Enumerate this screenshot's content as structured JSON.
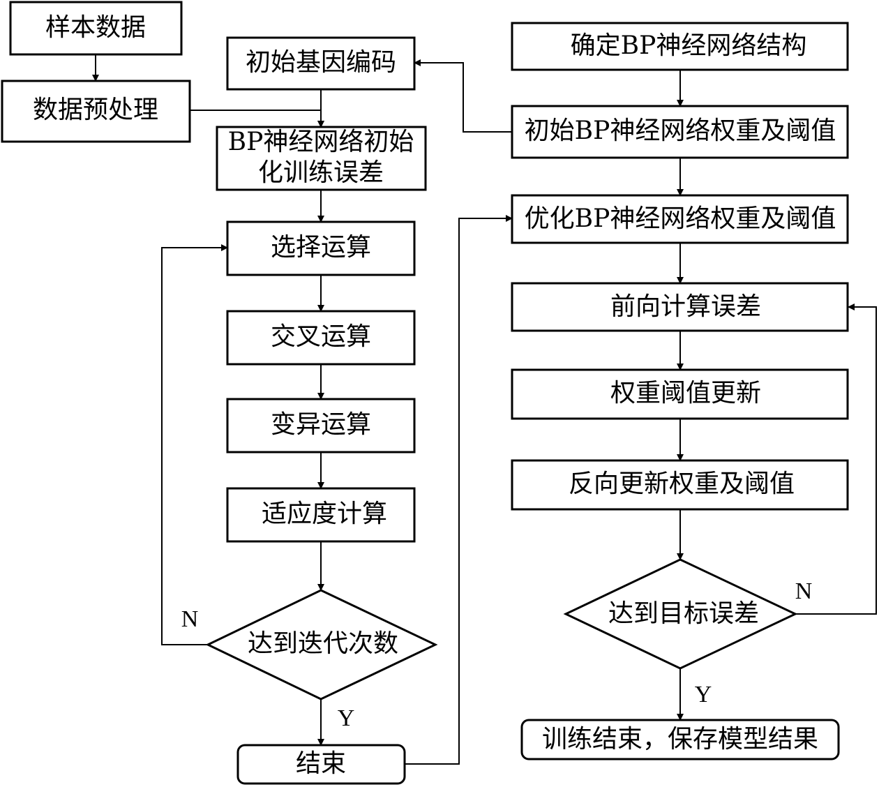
{
  "nodes": {
    "sample_data": "样本数据",
    "preprocess": "数据预处理",
    "init_gene_code": "初始基因编码",
    "bp_init_line1": "BP神经网络初始",
    "bp_init_line2": "化训练误差",
    "select_op": "选择运算",
    "cross_op": "交叉运算",
    "mutate_op": "变异运算",
    "fitness_calc": "适应度计算",
    "reach_iter": "达到迭代次数",
    "end": "结束",
    "determine_bp": "确定BP神经网络结构",
    "init_bp_weights": "初始BP神经网络权重及阈值",
    "optimize_bp_weights": "优化BP神经网络权重及阈值",
    "forward_error": "前向计算误差",
    "weight_update": "权重阈值更新",
    "backward_update": "反向更新权重及阈值",
    "reach_target": "达到目标误差",
    "train_end": "训练结束，保存模型结果"
  },
  "labels": {
    "left_no": "N",
    "left_yes": "Y",
    "right_no": "N",
    "right_yes": "Y"
  }
}
